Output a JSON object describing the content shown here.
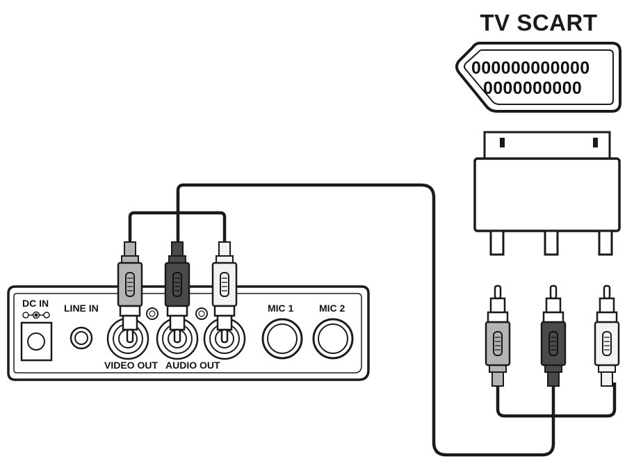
{
  "tv": {
    "title": "TV SCART"
  },
  "scart": {
    "pins_row1": "000000000000",
    "pins_row2": "0000000000"
  },
  "device": {
    "dc_in": "DC IN",
    "line_in": "LINE IN",
    "mic1": "MIC 1",
    "mic2": "MIC 2",
    "video_out": "VIDEO OUT",
    "audio_out": "AUDIO OUT"
  },
  "colors": {
    "plug_video": "#b4b4b4",
    "plug_audio_left": "#4a4a4a",
    "plug_audio_right": "#f2f2f2",
    "outline": "#1a1a1a"
  },
  "icons": [
    "dc-polarity-icon"
  ]
}
